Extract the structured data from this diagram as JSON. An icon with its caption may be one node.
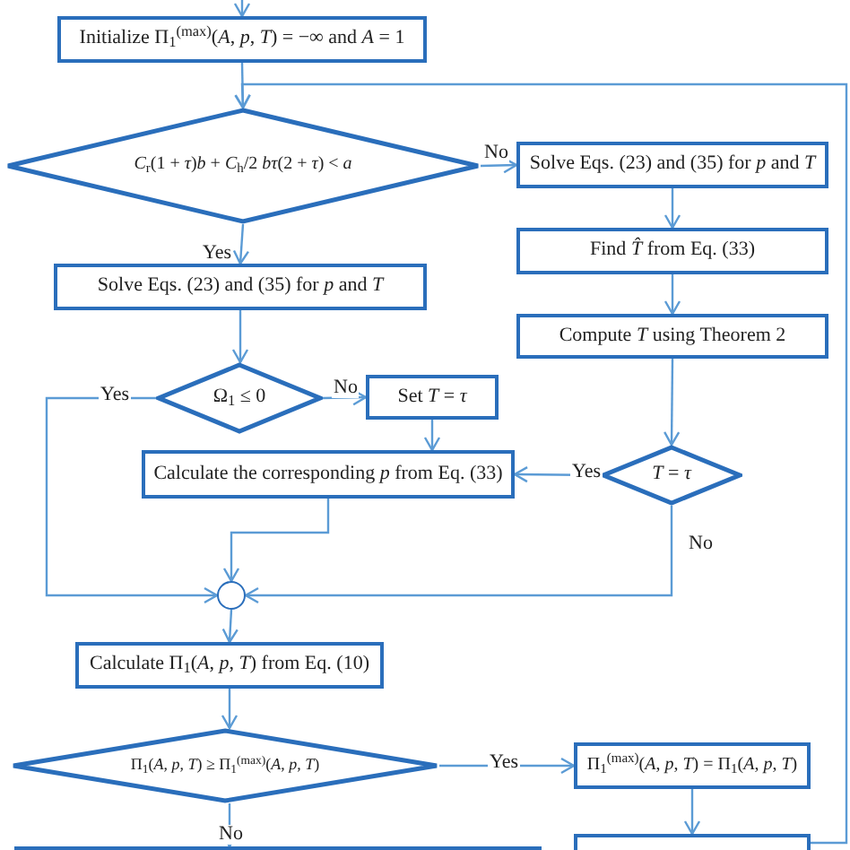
{
  "diagram": {
    "nodes": [
      {
        "text": [
          "Initialize Π$_{1}$$^{(max)}$(*A*, *p*, *T*) = −∞ and *A* = 1"
        ]
      },
      {
        "text": [
          "*C*$_{r}$(1 + *τ*)*b* + *C*$_{h}$/2 *bτ*(2 + *τ*) < *a*"
        ]
      },
      {
        "text": [
          "Solve Eqs. (23) and (35) for *p* and *T*"
        ]
      },
      {
        "text": [
          "Find *T̂* from Eq. (33)"
        ]
      },
      {
        "text": [
          "Solve Eqs. (23) and (35) for *p* and *T*"
        ]
      },
      {
        "text": [
          "Compute *T* using Theorem 2"
        ]
      },
      {
        "text": [
          "Ω$_{1}$ ≤ 0"
        ]
      },
      {
        "text": [
          "Set *T* = *τ*"
        ]
      },
      {
        "text": [
          "Calculate the corresponding *p* from Eq. (33)"
        ]
      },
      {
        "text": [
          "*T* = *τ*"
        ]
      },
      {
        "text": [],
        "shape": "circle"
      },
      {
        "text": [
          "Calculate Π$_{1}$(*A*, *p*, *T*) from Eq. (10)"
        ]
      },
      {
        "text": [
          "Π$_{1}$(*A*, *p*, *T*) ≥ Π$_{1}$$^{(max)}$(*A*, *p*, *T*)"
        ]
      },
      {
        "text": [
          "Π$_{1}$$^{(max)}$(*A*, *p*, *T*) = Π$_{1}$(*A*, *p*, *T*)"
        ]
      },
      {
        "text": [],
        "shape": "box"
      },
      {
        "text": [],
        "shape": "box"
      }
    ],
    "edges": [
      {
        "from": null,
        "to": 0,
        "arrow": "to"
      },
      {
        "from": 0,
        "to": 1,
        "arrow": "to"
      },
      {
        "from": 1,
        "to": 2,
        "arrow": "to",
        "label": "No"
      },
      {
        "from": 1,
        "to": 4,
        "arrow": "to",
        "label": "Yes"
      },
      {
        "from": 2,
        "to": 3,
        "arrow": "to"
      },
      {
        "from": 3,
        "to": 5,
        "arrow": "to"
      },
      {
        "from": 5,
        "to": 9,
        "arrow": "to"
      },
      {
        "from": 4,
        "to": 6,
        "arrow": "to"
      },
      {
        "from": 6,
        "to": 10,
        "arrow": "to",
        "label": "Yes"
      },
      {
        "from": 6,
        "to": 7,
        "arrow": "to",
        "label": "No"
      },
      {
        "from": 7,
        "to": 8,
        "arrow": "to"
      },
      {
        "from": 9,
        "to": 8,
        "arrow": "to",
        "label": "Yes"
      },
      {
        "from": 9,
        "to": 10,
        "arrow": "to",
        "label": "No"
      },
      {
        "from": 8,
        "to": 10,
        "arrow": "to"
      },
      {
        "from": 10,
        "to": 11,
        "arrow": "to"
      },
      {
        "from": 11,
        "to": 12,
        "arrow": "to"
      },
      {
        "from": 12,
        "to": 13,
        "arrow": "to",
        "label": "Yes"
      },
      {
        "from": 12,
        "to": 14,
        "arrow": "to",
        "label": "No"
      },
      {
        "from": 13,
        "to": 15,
        "arrow": "to"
      },
      {
        "from": 15,
        "to": 1,
        "arrow": "to"
      }
    ]
  }
}
